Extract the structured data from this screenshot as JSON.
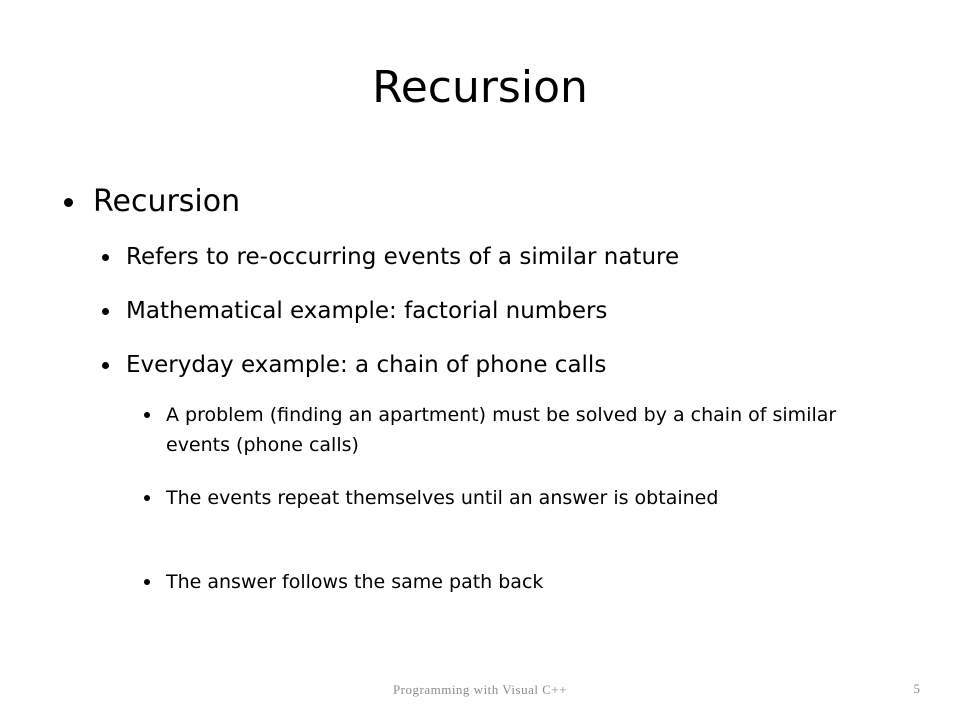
{
  "slide": {
    "title": "Recursion",
    "bullets": {
      "b1": "Recursion",
      "b1_1": "Refers to re-occurring events of a similar nature",
      "b1_2": "Mathematical example: factorial numbers",
      "b1_3": "Everyday example: a chain of phone calls",
      "b1_3_1": "A problem (finding an apartment) must be solved by a chain of similar events (phone calls)",
      "b1_3_2": "The events repeat themselves until an answer is obtained",
      "b1_3_3": "The answer follows the same path back"
    },
    "footer": {
      "text": "Programming with Visual C++",
      "page_number": "5"
    }
  }
}
